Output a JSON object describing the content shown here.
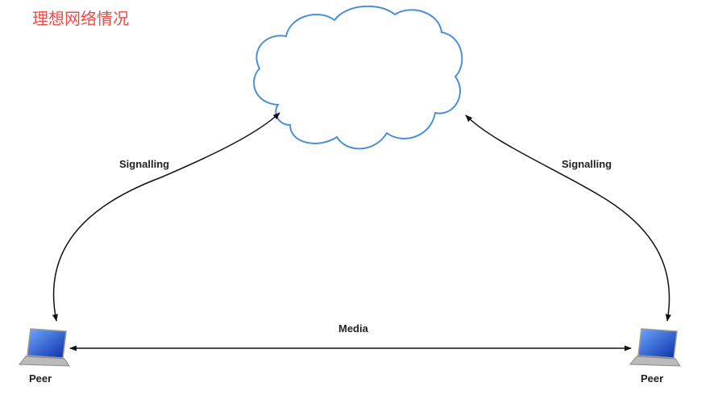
{
  "title": "理想网络情况",
  "labels": {
    "signalling_left": "Signalling",
    "signalling_right": "Signalling",
    "media": "Media",
    "peer_left": "Peer",
    "peer_right": "Peer"
  },
  "colors": {
    "cloud_stroke": "#4a8fd8",
    "title": "#ef4b46",
    "arrow": "#111111"
  }
}
